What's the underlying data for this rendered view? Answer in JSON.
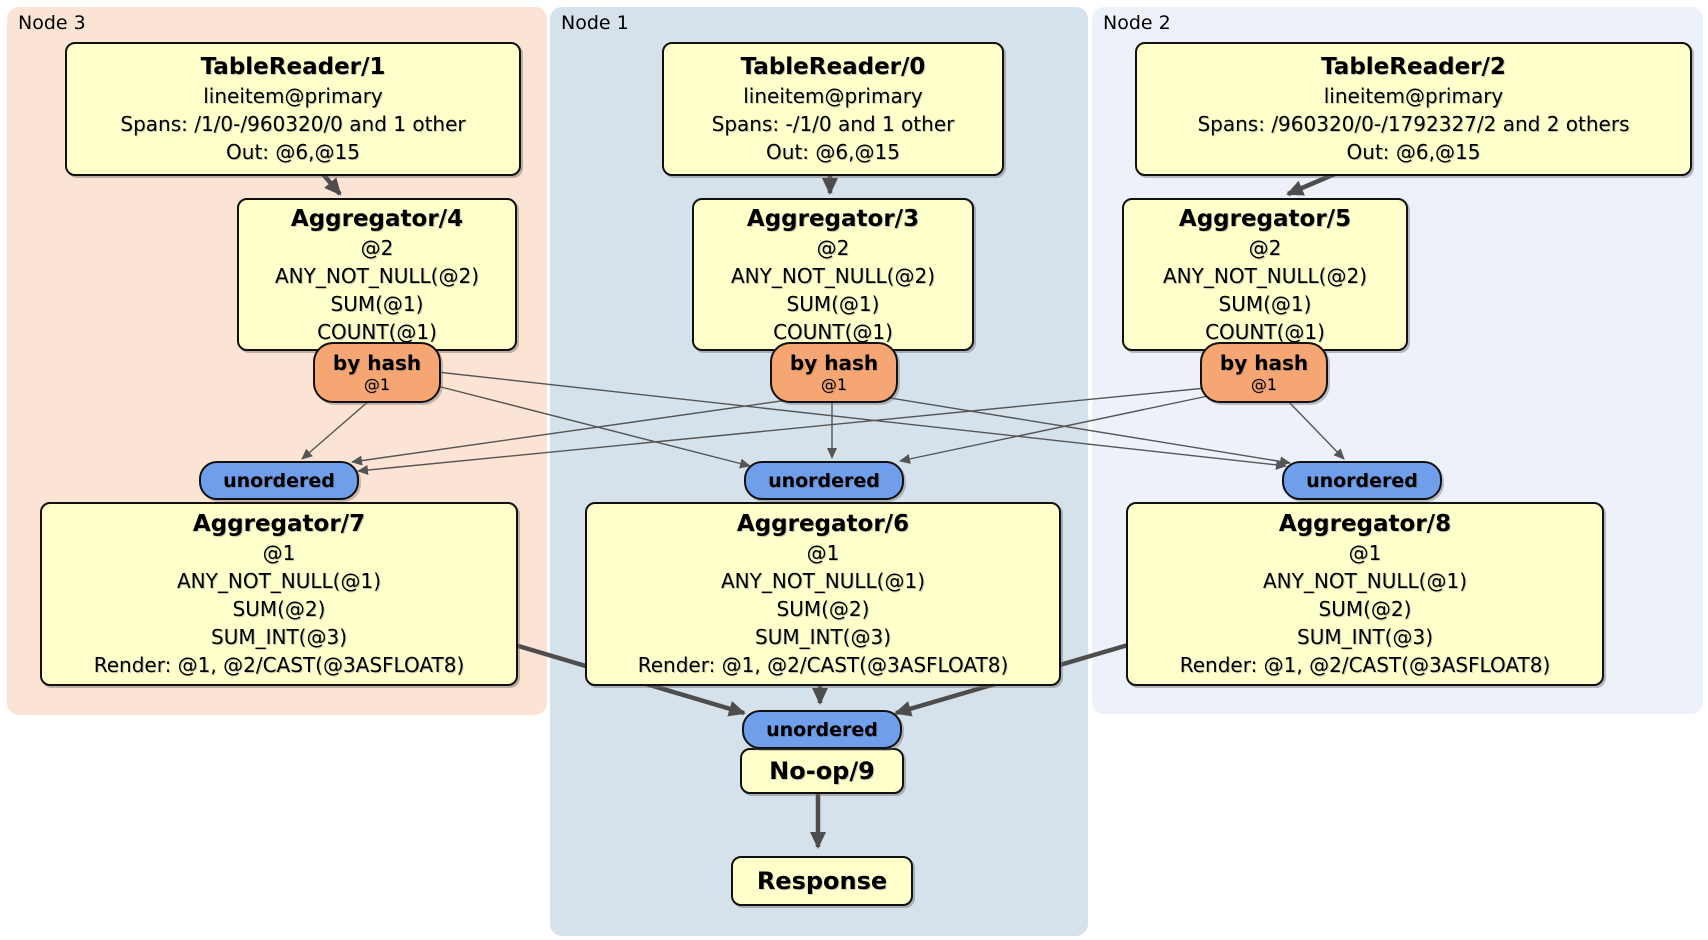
{
  "regions": {
    "node3": {
      "label": "Node 3"
    },
    "node1": {
      "label": "Node 1"
    },
    "node2": {
      "label": "Node 2"
    }
  },
  "colors": {
    "node3_bg": "#fce4d4",
    "node1_bg": "#d6e2eb",
    "node2_bg": "#edf2fa",
    "processor_fill": "#ffffcc",
    "router_fill": "#f5a673",
    "synchronizer_fill": "#6f9eea",
    "edge": "#4d4d4d"
  },
  "processors": {
    "tablereader1": {
      "title": "TableReader/1",
      "lines": [
        "lineitem@primary",
        "Spans: /1/0-/960320/0 and 1 other",
        "Out: @6,@15"
      ]
    },
    "tablereader0": {
      "title": "TableReader/0",
      "lines": [
        "lineitem@primary",
        "Spans: -/1/0 and 1 other",
        "Out: @6,@15"
      ]
    },
    "tablereader2": {
      "title": "TableReader/2",
      "lines": [
        "lineitem@primary",
        "Spans: /960320/0-/1792327/2 and 2 others",
        "Out: @6,@15"
      ]
    },
    "aggregator4": {
      "title": "Aggregator/4",
      "lines": [
        "@2",
        "ANY_NOT_NULL(@2)",
        "SUM(@1)",
        "COUNT(@1)"
      ]
    },
    "aggregator3": {
      "title": "Aggregator/3",
      "lines": [
        "@2",
        "ANY_NOT_NULL(@2)",
        "SUM(@1)",
        "COUNT(@1)"
      ]
    },
    "aggregator5": {
      "title": "Aggregator/5",
      "lines": [
        "@2",
        "ANY_NOT_NULL(@2)",
        "SUM(@1)",
        "COUNT(@1)"
      ]
    },
    "aggregator7": {
      "title": "Aggregator/7",
      "lines": [
        "@1",
        "ANY_NOT_NULL(@1)",
        "SUM(@2)",
        "SUM_INT(@3)",
        "Render: @1, @2/CAST(@3ASFLOAT8)"
      ]
    },
    "aggregator6": {
      "title": "Aggregator/6",
      "lines": [
        "@1",
        "ANY_NOT_NULL(@1)",
        "SUM(@2)",
        "SUM_INT(@3)",
        "Render: @1, @2/CAST(@3ASFLOAT8)"
      ]
    },
    "aggregator8": {
      "title": "Aggregator/8",
      "lines": [
        "@1",
        "ANY_NOT_NULL(@1)",
        "SUM(@2)",
        "SUM_INT(@3)",
        "Render: @1, @2/CAST(@3ASFLOAT8)"
      ]
    },
    "noop": {
      "title": "No-op/9"
    },
    "response": {
      "title": "Response"
    }
  },
  "router": {
    "label": "by hash",
    "sublabel": "@1"
  },
  "synchronizer": {
    "label": "unordered"
  }
}
